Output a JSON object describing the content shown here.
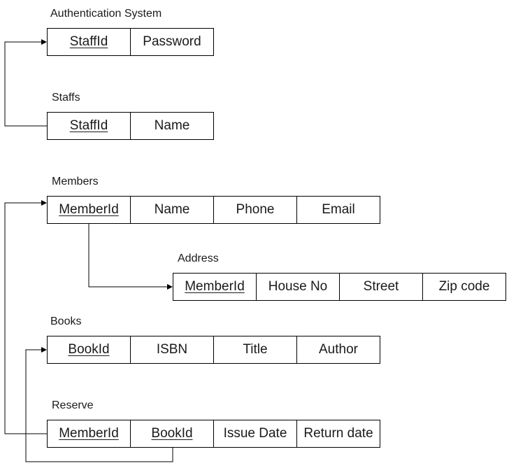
{
  "tables": {
    "auth": {
      "title": "Authentication System",
      "fields": [
        {
          "label": "StaffId",
          "pk": true
        },
        {
          "label": "Password",
          "pk": false
        }
      ]
    },
    "staffs": {
      "title": "Staffs",
      "fields": [
        {
          "label": "StaffId",
          "pk": true
        },
        {
          "label": "Name",
          "pk": false
        }
      ]
    },
    "members": {
      "title": "Members",
      "fields": [
        {
          "label": "MemberId",
          "pk": true
        },
        {
          "label": "Name",
          "pk": false
        },
        {
          "label": "Phone",
          "pk": false
        },
        {
          "label": "Email",
          "pk": false
        }
      ]
    },
    "address": {
      "title": "Address",
      "fields": [
        {
          "label": "MemberId",
          "pk": true
        },
        {
          "label": "House No",
          "pk": false
        },
        {
          "label": "Street",
          "pk": false
        },
        {
          "label": "Zip code",
          "pk": false
        }
      ]
    },
    "books": {
      "title": "Books",
      "fields": [
        {
          "label": "BookId",
          "pk": true
        },
        {
          "label": "ISBN",
          "pk": false
        },
        {
          "label": "Title",
          "pk": false
        },
        {
          "label": "Author",
          "pk": false
        }
      ]
    },
    "reserve": {
      "title": "Reserve",
      "fields": [
        {
          "label": "MemberId",
          "pk": true
        },
        {
          "label": "BookId",
          "pk": true
        },
        {
          "label": "Issue Date",
          "pk": false
        },
        {
          "label": "Return date",
          "pk": false
        }
      ]
    }
  },
  "relationships": [
    {
      "from": "staffs.StaffId",
      "to": "auth.StaffId"
    },
    {
      "from": "members.MemberId",
      "to": "address.MemberId"
    },
    {
      "from": "reserve.MemberId",
      "to": "members.MemberId"
    },
    {
      "from": "reserve.BookId",
      "to": "books.BookId"
    }
  ],
  "colors": {
    "line": "#000000",
    "border": "#000000",
    "text": "#1a1a1a",
    "background": "#ffffff"
  }
}
